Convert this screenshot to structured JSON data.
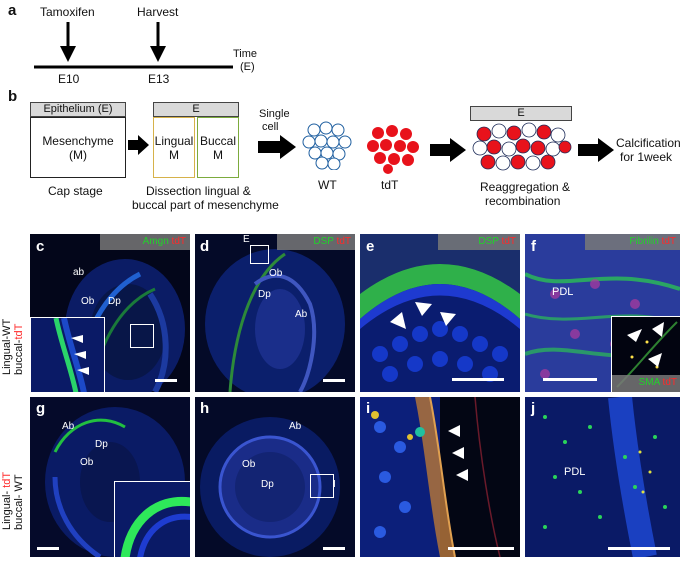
{
  "panel_a": {
    "label": "a",
    "tamoxifen": "Tamoxifen",
    "harvest": "Harvest",
    "e10": "E10",
    "e13": "E13",
    "time": "Time",
    "time_unit": "(E)"
  },
  "panel_b": {
    "label": "b",
    "epithelium_header": "Epithelium (E)",
    "mesenchyme": "Mesenchyme",
    "mesenchyme_abbr": "(M)",
    "cap_stage": "Cap stage",
    "e_header": "E",
    "lingual": "Lingual",
    "lingual_m": "M",
    "buccal": "Buccal",
    "buccal_m": "M",
    "dissection_line1": "Dissection lingual &",
    "dissection_line2": "buccal part of mesenchyme",
    "single": "Single",
    "cell": "cell",
    "wt": "WT",
    "tdt": "tdT",
    "e_header2": "E",
    "reagg_line1": "Reaggregation &",
    "reagg_line2": "recombination",
    "calc_line1": "Calcification",
    "calc_line2": "for 1week"
  },
  "row1_side": {
    "line1": "Lingual-WT",
    "line2_a": "buccal-",
    "line2_b": "tdT"
  },
  "row2_side": {
    "line1_a": "Lingual- ",
    "line1_b": "tdT",
    "line2": "buccal- WT"
  },
  "panels": {
    "c": {
      "label": "c",
      "stain": "Amgn",
      "tdt": "tdT",
      "ab": "ab",
      "ob": "Ob",
      "dp": "Dp"
    },
    "d": {
      "label": "d",
      "stain": "DSP",
      "tdt": "tdT",
      "e": "E",
      "ob": "Ob",
      "dp": "Dp",
      "ab": "Ab"
    },
    "e": {
      "label": "e",
      "stain": "DSP",
      "tdt": "tdT"
    },
    "f": {
      "label": "f",
      "stain": "Fibrilin",
      "tdt": "tdT",
      "pdl": "PDL",
      "inset_stain": "SMA",
      "inset_tdt": "tdT"
    },
    "g": {
      "label": "g",
      "ab": "Ab",
      "dp": "Dp",
      "ob": "Ob"
    },
    "h": {
      "label": "h",
      "ab": "Ab",
      "ob": "Ob",
      "dp": "Dp",
      "i": "I"
    },
    "i": {
      "label": "i"
    },
    "j": {
      "label": "j",
      "pdl": "PDL"
    }
  }
}
